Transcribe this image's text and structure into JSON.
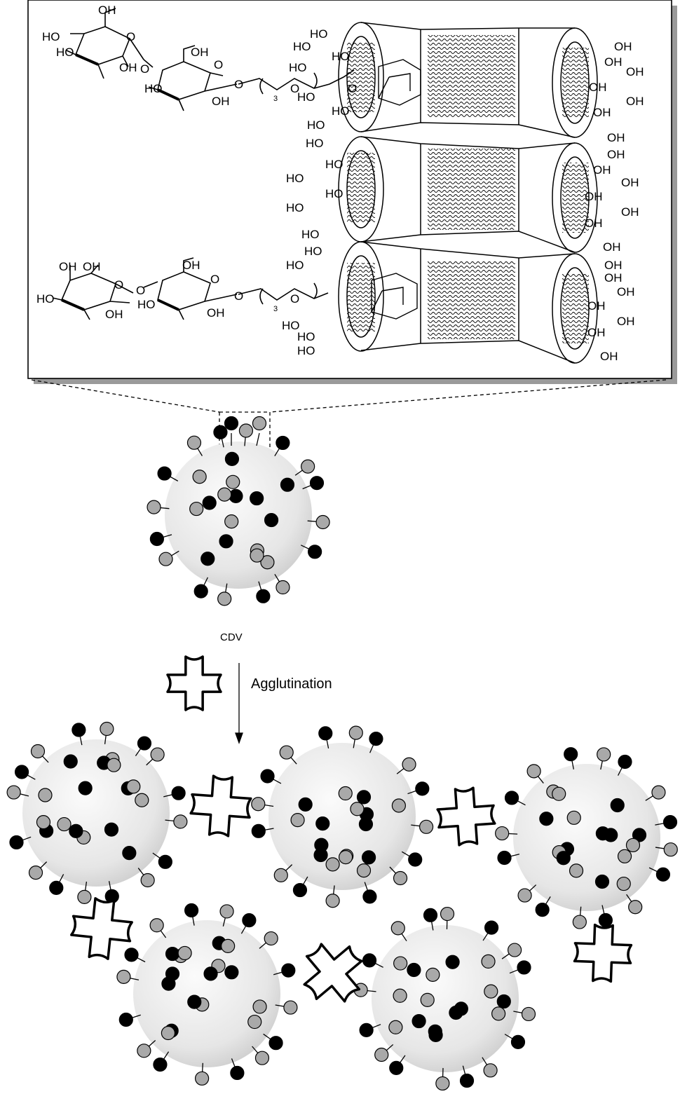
{
  "labels": {
    "particle": "CDV",
    "process": "Agglutination"
  },
  "chemistry": {
    "hydroxyl": "OH",
    "hydroxyl_left": "HO",
    "ether_o": "O",
    "peg_repeat": "3"
  },
  "colors": {
    "ligand_black": "#000000",
    "ligand_gray": "#a9a9a9",
    "sphere_center": "#f8f8f8",
    "sphere_edge": "#c8c8c8",
    "frame_shadow": "#9a9a9a"
  }
}
